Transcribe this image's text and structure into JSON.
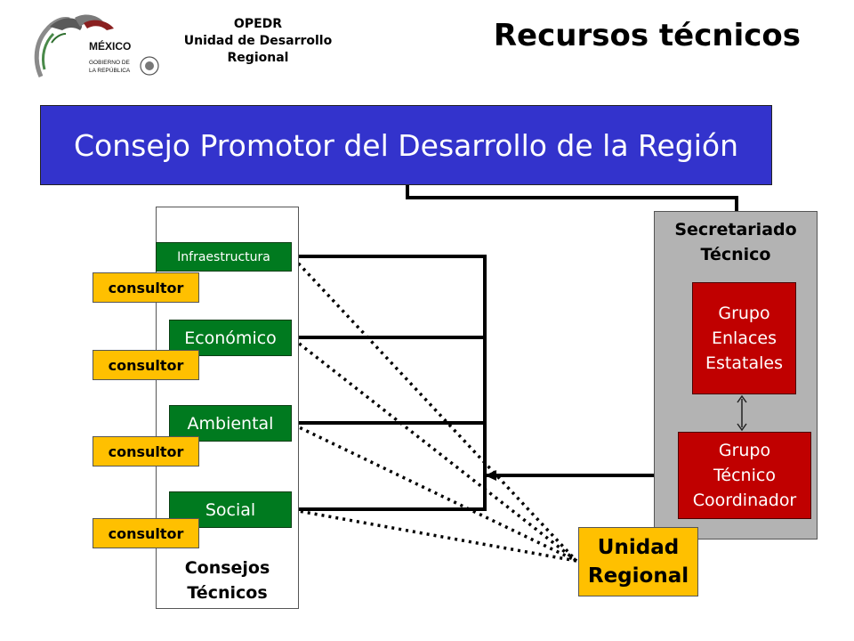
{
  "header": {
    "logo_text": [
      "MÉXICO",
      "GOBIERNO DE",
      "LA REPÚBLICA"
    ],
    "org_lines": [
      "OPEDR",
      "Unidad de Desarrollo",
      "Regional"
    ],
    "title": "Recursos técnicos"
  },
  "main_banner": "Consejo Promotor del Desarrollo de la Región",
  "consejos": {
    "label_lines": [
      "Consejos",
      "Técnicos"
    ],
    "items": [
      "Infraestructura",
      "Económico",
      "Ambiental",
      "Social"
    ],
    "consultor_label": "consultor"
  },
  "secretariado": {
    "label_lines": [
      "Secretariado",
      "Técnico"
    ],
    "grupo_enlaces_lines": [
      "Grupo",
      "Enlaces",
      "Estatales"
    ],
    "grupo_coordinador_lines": [
      "Grupo",
      "Técnico",
      "Coordinador"
    ]
  },
  "unidad_regional_lines": [
    "Unidad",
    "Regional"
  ],
  "colors": {
    "banner_blue": "#3333cc",
    "green": "#007a1f",
    "red": "#c00000",
    "yellow": "#ffc000",
    "gray_panel": "#b3b3b3"
  }
}
